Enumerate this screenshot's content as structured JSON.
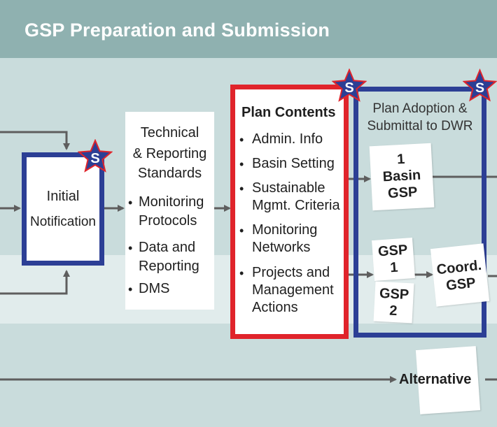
{
  "header": {
    "title": "GSP Preparation and Submission"
  },
  "colors": {
    "header_bg": "#8fb1b0",
    "band_mid": "#e1ecec",
    "band_light": "#c9dcdc",
    "blue_border": "#2c3f95",
    "red_border": "#e0242b",
    "arrow": "#5e5e5e"
  },
  "initial_notification": {
    "line1": "Initial",
    "line2": "Notification",
    "star_label": "S"
  },
  "standards": {
    "title_lines": [
      "Technical",
      "& Reporting",
      "Standards"
    ],
    "items": [
      {
        "lines": [
          "Monitoring",
          "Protocols"
        ]
      },
      {
        "lines": [
          "Data and",
          "Reporting"
        ]
      },
      {
        "lines": [
          "DMS"
        ]
      }
    ]
  },
  "plan_contents": {
    "title": "Plan Contents",
    "star_label": "S",
    "items": [
      {
        "lines": [
          "Admin. Info"
        ]
      },
      {
        "lines": [
          "Basin Setting"
        ]
      },
      {
        "lines": [
          "Sustainable",
          "Mgmt. Criteria"
        ]
      },
      {
        "lines": [
          "Monitoring",
          "Networks"
        ]
      },
      {
        "lines": [
          "Projects and",
          "Management",
          "Actions"
        ]
      }
    ]
  },
  "plan_adoption": {
    "title_lines": [
      "Plan Adoption &",
      "Submittal to DWR"
    ],
    "star_label": "S",
    "basin_gsp_lines": [
      "1",
      "Basin",
      "GSP"
    ],
    "gsp1_lines": [
      "GSP",
      "1"
    ],
    "gsp2_lines": [
      "GSP",
      "2"
    ],
    "coord_lines": [
      "Coord.",
      "GSP"
    ]
  },
  "alternative": {
    "label": "Alternative"
  }
}
